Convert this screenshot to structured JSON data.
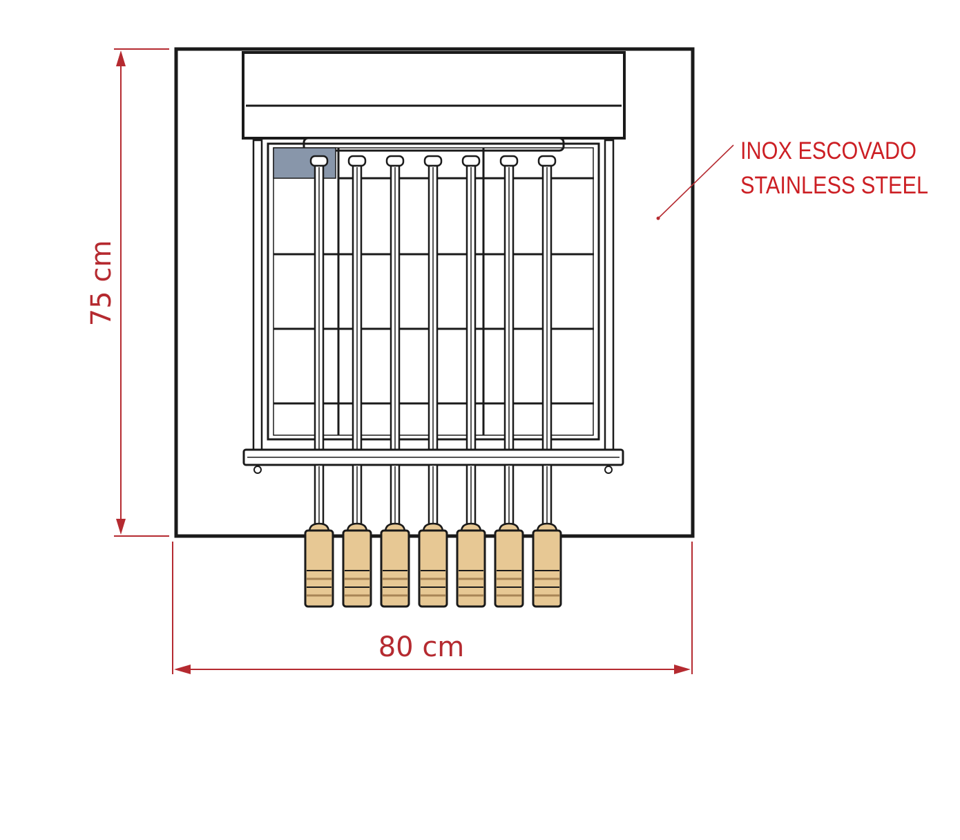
{
  "dimensions": {
    "height_label": "75 cm",
    "width_label": "80 cm"
  },
  "annotation": {
    "line1": "INOX ESCOVADO",
    "line2": "STAINLESS STEEL"
  },
  "skewers": {
    "count": 7
  },
  "colors": {
    "dimension": "#b52a30",
    "outline": "#1a1a1a",
    "handle_fill": "#e7c894",
    "handle_band": "#a88556",
    "grill_corner": "#8896aa"
  }
}
